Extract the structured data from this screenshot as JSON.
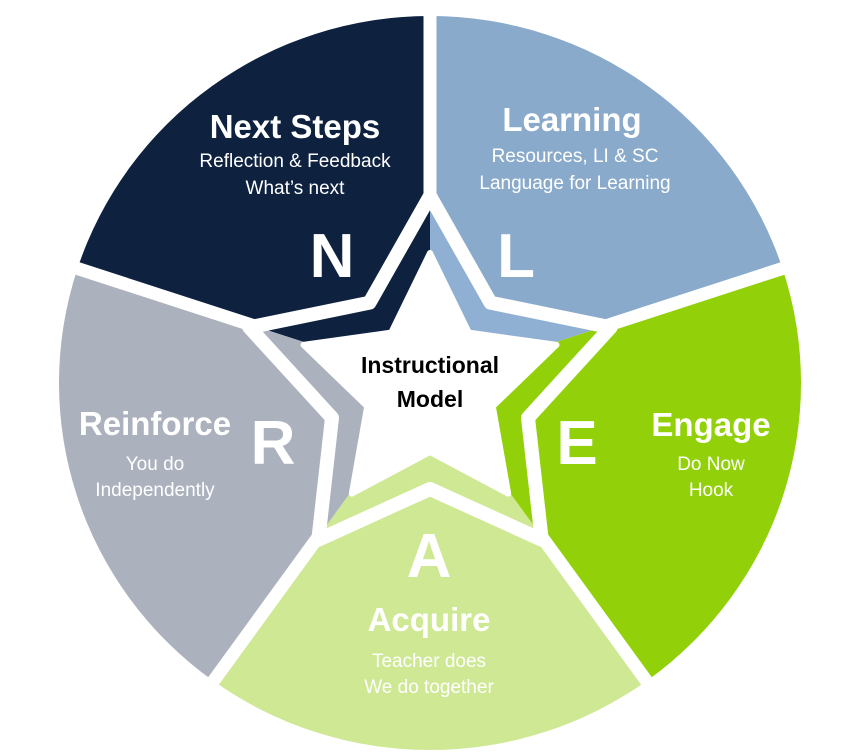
{
  "center": {
    "line1": "Instructional",
    "line2": "Model"
  },
  "segments": [
    {
      "key": "next",
      "letter": "N",
      "title": "Next Steps",
      "lines": [
        "Reflection & Feedback",
        "What’s next"
      ],
      "color": "#0e2240",
      "inner_color": "#0e2240"
    },
    {
      "key": "learning",
      "letter": "L",
      "title": "Learning",
      "lines": [
        "Resources, LI & SC",
        "Language for Learning"
      ],
      "color": "#8aaacb",
      "inner_color": "#8fb0d2"
    },
    {
      "key": "engage",
      "letter": "E",
      "title": "Engage",
      "lines": [
        "Do Now",
        "Hook"
      ],
      "color": "#92d10a",
      "inner_color": "#92d10a"
    },
    {
      "key": "acquire",
      "letter": "A",
      "title": "Acquire",
      "lines": [
        "Teacher does",
        "We do together"
      ],
      "color": "#cfe894",
      "inner_color": "#cfe894"
    },
    {
      "key": "reinforce",
      "letter": "R",
      "title": "Reinforce",
      "lines": [
        "You do",
        "Independently"
      ],
      "color": "#abb1bd",
      "inner_color": "#abb1bd"
    }
  ]
}
